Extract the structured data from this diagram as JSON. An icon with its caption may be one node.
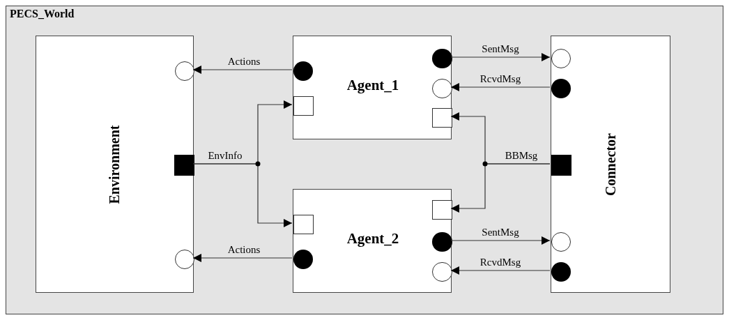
{
  "diagram": {
    "nodes": [
      {
        "text": [
          "PECS_World"
        ]
      },
      {
        "text": [
          "Environment"
        ],
        "in": 0
      },
      {
        "text": [
          "Agent_1"
        ],
        "in": 0
      },
      {
        "text": [
          "Agent_2"
        ],
        "in": 0
      },
      {
        "text": [
          "Connector"
        ],
        "in": 0
      },
      {
        "text": [],
        "shape": "circle",
        "in": 1
      },
      {
        "text": [],
        "shape": "block",
        "in": 1
      },
      {
        "text": [],
        "shape": "circle",
        "in": 1
      },
      {
        "text": [],
        "shape": "dot",
        "in": 2
      },
      {
        "text": [],
        "shape": "box",
        "in": 2
      },
      {
        "text": [],
        "shape": "dot",
        "in": 2
      },
      {
        "text": [],
        "shape": "circle",
        "in": 2
      },
      {
        "text": [],
        "shape": "box",
        "in": 2
      },
      {
        "text": [],
        "shape": "box",
        "in": 3
      },
      {
        "text": [],
        "shape": "dot",
        "in": 3
      },
      {
        "text": [],
        "shape": "box",
        "in": 3
      },
      {
        "text": [],
        "shape": "dot",
        "in": 3
      },
      {
        "text": [],
        "shape": "circle",
        "in": 3
      },
      {
        "text": [],
        "shape": "circle",
        "in": 4
      },
      {
        "text": [],
        "shape": "dot",
        "in": 4
      },
      {
        "text": [],
        "shape": "block",
        "in": 4
      },
      {
        "text": [],
        "shape": "circle",
        "in": 4
      },
      {
        "text": [],
        "shape": "dot",
        "in": 4
      }
    ],
    "edges": [
      {
        "from": 8,
        "to": 5,
        "arrow": "to",
        "label": "Actions"
      },
      {
        "from": 10,
        "to": 18,
        "arrow": "to",
        "label": "SentMsg"
      },
      {
        "from": 19,
        "to": 11,
        "arrow": "to",
        "label": "RcvdMsg"
      },
      {
        "from": 6,
        "to": 9,
        "arrow": "to",
        "label": "EnvInfo"
      },
      {
        "from": 6,
        "to": 13,
        "arrow": "to"
      },
      {
        "from": 20,
        "to": 12,
        "arrow": "to",
        "label": "BBMsg"
      },
      {
        "from": 20,
        "to": 15,
        "arrow": "to"
      },
      {
        "from": 14,
        "to": 7,
        "arrow": "to",
        "label": "Actions"
      },
      {
        "from": 16,
        "to": 21,
        "arrow": "to",
        "label": "SentMsg"
      },
      {
        "from": 22,
        "to": 17,
        "arrow": "to",
        "label": "RcvdMsg"
      }
    ]
  }
}
